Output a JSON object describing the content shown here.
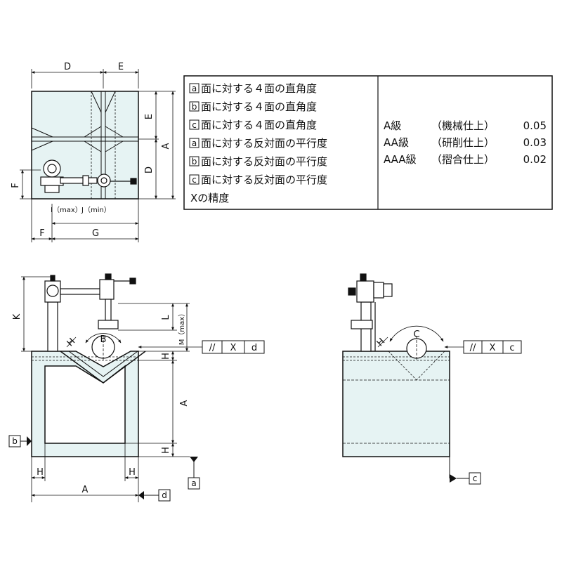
{
  "spec_table": {
    "rows": [
      {
        "box": "a",
        "text": "面に対する４面の直角度"
      },
      {
        "box": "b",
        "text": "面に対する４面の直角度"
      },
      {
        "box": "c",
        "text": "面に対する４面の直角度"
      },
      {
        "box": "a",
        "text": "面に対する反対面の平行度"
      },
      {
        "box": "b",
        "text": "面に対する反対面の平行度"
      },
      {
        "box": "c",
        "text": "面に対する反対面の平行度"
      }
    ],
    "last_row": "Xの精度",
    "grades": [
      {
        "grade": "A級",
        "finish": "（機械仕上）",
        "value": "0.05"
      },
      {
        "grade": "AA級",
        "finish": "（研削仕上）",
        "value": "0.03"
      },
      {
        "grade": "AAA級",
        "finish": "（摺合仕上）",
        "value": "0.02"
      }
    ]
  },
  "top_view": {
    "dims": {
      "D_top": "D",
      "E_top": "E",
      "E_right": "E",
      "A_right": "A",
      "D_right": "D",
      "F_left": "F",
      "F_bottom": "F",
      "G_bottom": "G"
    },
    "i_max": "I（max）",
    "j_min": "J（min）"
  },
  "front_view": {
    "dims": {
      "K": "K",
      "L": "L",
      "M": "M（max）",
      "H_top": "H",
      "A_right": "A",
      "H_lower": "H",
      "H_left": "H",
      "H_right": "H",
      "A_bottom": "A",
      "B": "B",
      "H_diag": "H"
    },
    "frame": {
      "parallel": "//",
      "x": "X",
      "datum": "d"
    },
    "datum_b": "b",
    "datum_a": "a",
    "datum_d": "d"
  },
  "side_view": {
    "dims": {
      "C": "C",
      "H_diag": "H"
    },
    "frame": {
      "parallel": "//",
      "x": "X",
      "datum": "c"
    },
    "datum_c": "c"
  },
  "colors": {
    "body_fill": "#e6f3f3",
    "line": "#111111"
  }
}
